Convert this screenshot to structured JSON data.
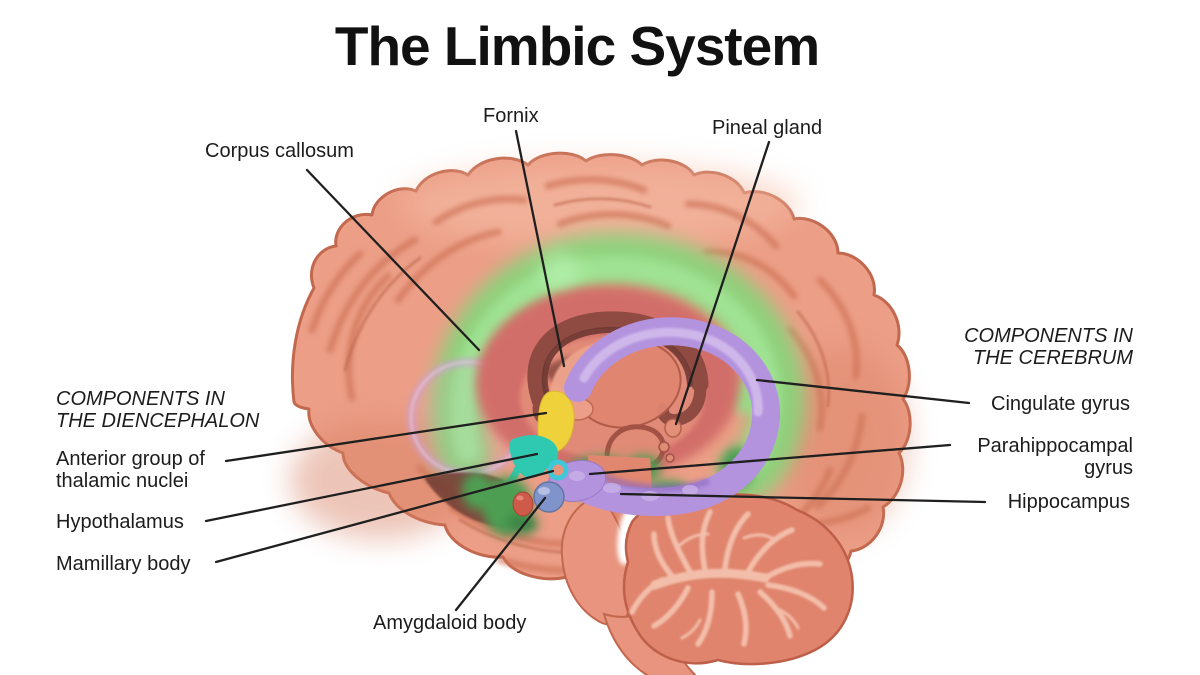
{
  "title": "The Limbic System",
  "headings": {
    "cerebrum": "COMPONENTS IN\nTHE CEREBRUM",
    "diencephalon": "COMPONENTS IN\nTHE DIENCEPHALON"
  },
  "labels": {
    "corpus_callosum": "Corpus callosum",
    "fornix": "Fornix",
    "pineal_gland": "Pineal gland",
    "cingulate_gyrus": "Cingulate gyrus",
    "parahippocampal_gyrus": "Parahippocampal\ngyrus",
    "hippocampus": "Hippocampus",
    "anterior_thalamic_nuclei": "Anterior group of\nthalamic nuclei",
    "hypothalamus": "Hypothalamus",
    "mamillary_body": "Mamillary body",
    "amygdaloid_body": "Amygdaloid body"
  },
  "structure_colors": {
    "cortex_salmon": "#EC9E86",
    "cortex_outline": "#C2684E",
    "limbic_ring_green": "#7CDC7A",
    "parahippocampal_green": "#4E9E52",
    "inner_band_red": "#D26E69",
    "corpus_callosum_maroon": "#8F4A42",
    "fornix_hippocampus_purple": "#B493DE",
    "anterior_thalamic_yellow": "#EFD23B",
    "hypothalamus_teal": "#2FC9B2",
    "mamillary_cyan": "#3EC8D8",
    "amygdaloid_blue": "#8193CB",
    "cerebellum_salmon": "#E0846D",
    "background": "#FFFFFF",
    "label_text": "#1C1C1C",
    "leader_line": "#1F1F1F"
  }
}
